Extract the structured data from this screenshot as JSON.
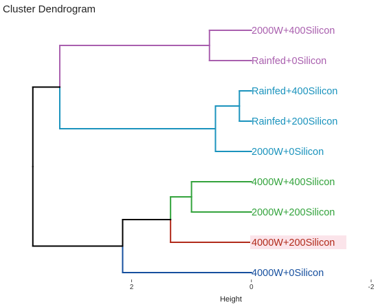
{
  "chart_data": {
    "type": "dendrogram",
    "title": "Cluster Dendrogram",
    "xlabel": "Height",
    "xlim": [
      3.9,
      -2
    ],
    "x_ticks": [
      {
        "value": 2,
        "label": "2"
      },
      {
        "value": 0,
        "label": "0"
      },
      {
        "value": -2,
        "label": "-2"
      }
    ],
    "leaves": [
      {
        "label": "2000W+400Silicon",
        "color": "#a95fae"
      },
      {
        "label": "Rainfed+0Silicon",
        "color": "#a95fae"
      },
      {
        "label": "Rainfed+400Silicon",
        "color": "#1a93bd"
      },
      {
        "label": "Rainfed+200Silicon",
        "color": "#1a93bd"
      },
      {
        "label": "2000W+0Silicon",
        "color": "#1a93bd"
      },
      {
        "label": "4000W+400Silicon",
        "color": "#33a33c"
      },
      {
        "label": "2000W+200Silicon",
        "color": "#33a33c"
      },
      {
        "label": "4000W+200Silicon",
        "color": "#b12a1a",
        "highlight": "#fbe4ea"
      },
      {
        "label": "4000W+0Silicon",
        "color": "#164f9e"
      }
    ],
    "merges": [
      {
        "children": [
          "L:2000W+400Silicon",
          "L:Rainfed+0Silicon"
        ],
        "height": 0.7,
        "color": "#a95fae"
      },
      {
        "children": [
          "L:Rainfed+400Silicon",
          "L:Rainfed+200Silicon"
        ],
        "height": 0.2,
        "color": "#1a93bd"
      },
      {
        "children": [
          "M:1",
          "L:2000W+0Silicon"
        ],
        "height": 0.6,
        "color": "#1a93bd"
      },
      {
        "children": [
          "M:0",
          "M:2"
        ],
        "height": 3.2,
        "color": [
          "#a95fae",
          "#1a93bd"
        ]
      },
      {
        "children": [
          "L:4000W+400Silicon",
          "L:2000W+200Silicon"
        ],
        "height": 1.0,
        "color": "#33a33c"
      },
      {
        "children": [
          "M:4",
          "L:4000W+200Silicon"
        ],
        "height": 1.35,
        "color": [
          "#33a33c",
          "#b12a1a"
        ]
      },
      {
        "children": [
          "M:5",
          "L:4000W+0Silicon"
        ],
        "height": 2.15,
        "color": [
          "#000000",
          "#164f9e"
        ]
      },
      {
        "children": [
          "M:3",
          "M:6"
        ],
        "height": 3.65,
        "color": "#000000"
      }
    ]
  }
}
